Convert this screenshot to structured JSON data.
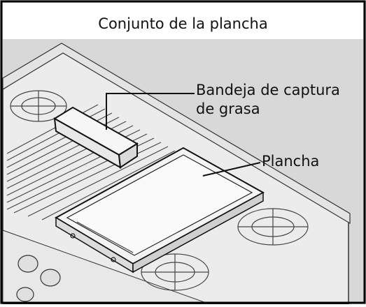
{
  "title": "Conjunto de la plancha",
  "labels": {
    "grease_tray_line1": "Bandeja de captura",
    "grease_tray_line2": "de grasa",
    "griddle": "Plancha"
  },
  "colors": {
    "background": "#d8d8d8",
    "frame": "#000000",
    "line": "#1a1a1a",
    "panel": "#ffffff"
  }
}
